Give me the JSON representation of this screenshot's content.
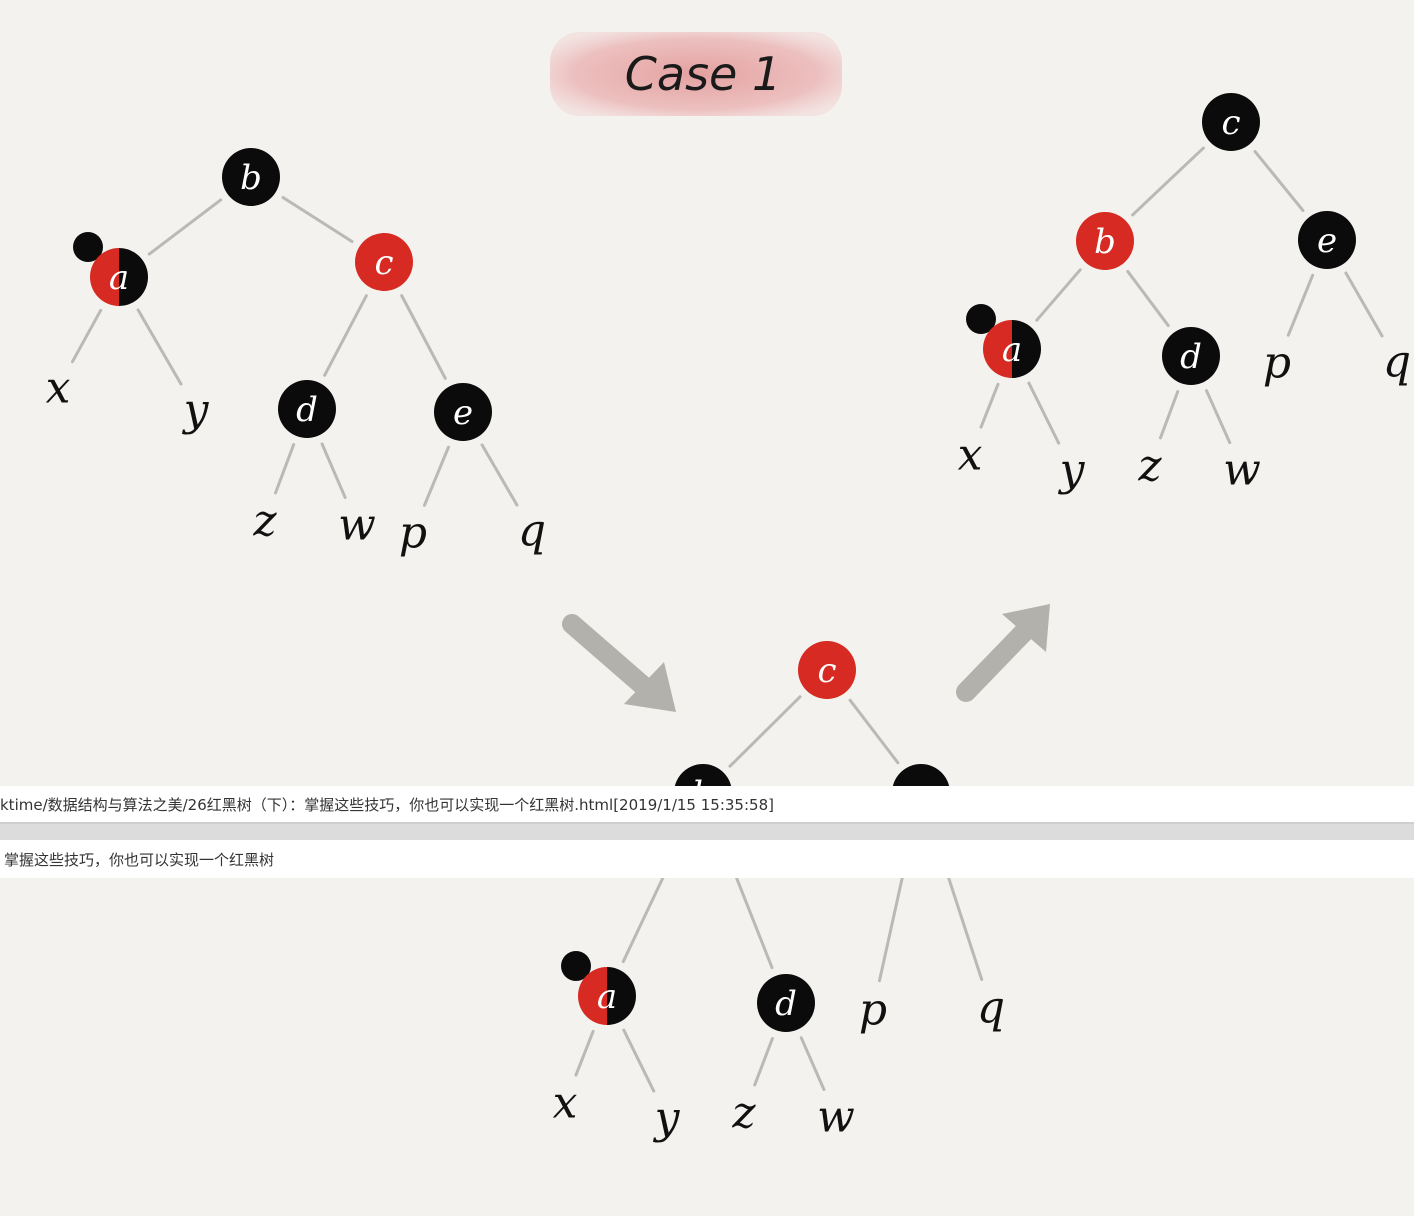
{
  "title": "Case 1",
  "colors": {
    "background": "#f4f2ee",
    "black_node": "#0b0b0b",
    "red_node": "#d62a22",
    "edge": "#b9b9b6",
    "arrow": "#b3b1ab",
    "title_highlight": "#e7a7a7"
  },
  "diagrams": [
    {
      "name": "before",
      "nodes": [
        {
          "id": "b",
          "label": "b",
          "color": "black"
        },
        {
          "id": "a",
          "label": "a",
          "color": "red-black",
          "extra_black": true
        },
        {
          "id": "c",
          "label": "c",
          "color": "red"
        },
        {
          "id": "d",
          "label": "d",
          "color": "black"
        },
        {
          "id": "e",
          "label": "e",
          "color": "black"
        }
      ],
      "leaves": [
        "x",
        "y",
        "z",
        "w",
        "p",
        "q"
      ]
    },
    {
      "name": "after-rotation",
      "nodes": [
        {
          "id": "c",
          "label": "c",
          "color": "red"
        },
        {
          "id": "b",
          "label": "b",
          "color": "black"
        },
        {
          "id": "e",
          "label": "e",
          "color": "black"
        },
        {
          "id": "a",
          "label": "a",
          "color": "red-black",
          "extra_black": true
        },
        {
          "id": "d",
          "label": "d",
          "color": "black"
        }
      ],
      "leaves": [
        "x",
        "y",
        "z",
        "w",
        "p",
        "q"
      ]
    },
    {
      "name": "after-recolor",
      "nodes": [
        {
          "id": "c",
          "label": "c",
          "color": "black"
        },
        {
          "id": "b",
          "label": "b",
          "color": "red"
        },
        {
          "id": "e",
          "label": "e",
          "color": "black"
        },
        {
          "id": "a",
          "label": "a",
          "color": "red-black",
          "extra_black": true
        },
        {
          "id": "d",
          "label": "d",
          "color": "black"
        }
      ],
      "leaves": [
        "x",
        "y",
        "z",
        "w",
        "p",
        "q"
      ]
    }
  ],
  "bars": {
    "path_text": "ktime/数据结构与算法之美/26红黑树（下）：掌握这些技巧，你也可以实现一个红黑树.html[2019/1/15 15:35:58]",
    "page_title": "掌握这些技巧，你也可以实现一个红黑树"
  }
}
